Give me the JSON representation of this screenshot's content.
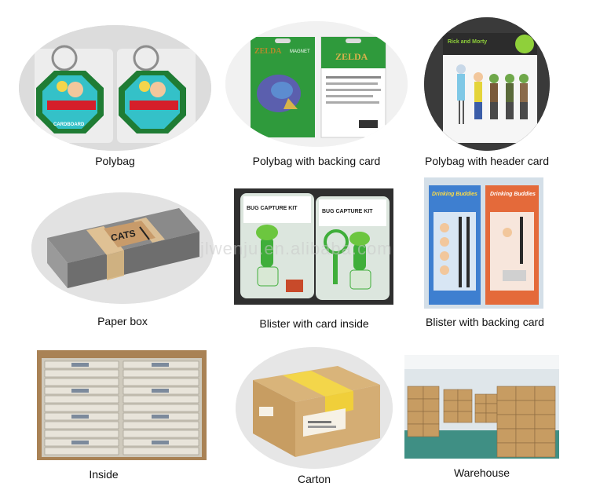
{
  "watermark": "jlwenju.en.alibaba.com",
  "cells": [
    {
      "id": "polybag",
      "caption": "Polybag",
      "art": {
        "brand": "CARDBOARD"
      }
    },
    {
      "id": "polybag-backing-card",
      "caption": "Polybag with backing card",
      "art": {
        "brand_left": "ZELDA",
        "word_left": "MAGNET",
        "brand_right": "ZELDA"
      }
    },
    {
      "id": "polybag-header-card",
      "caption": "Polybag with header card",
      "art": {
        "brand": "Rick and Morty"
      }
    },
    {
      "id": "paper-box",
      "caption": "Paper box",
      "art": {
        "brand": "CATS"
      }
    },
    {
      "id": "blister-card-inside",
      "caption": "Blister with card inside",
      "art": {
        "brand_left": "BUG CAPTURE KIT",
        "brand_right": "BUG CAPTURE KIT"
      }
    },
    {
      "id": "blister-backing-card",
      "caption": "Blister with backing card",
      "art": {
        "brand_left": "Drinking Buddies",
        "brand_right": "Drinking Buddies"
      }
    },
    {
      "id": "inside",
      "caption": "Inside"
    },
    {
      "id": "carton",
      "caption": "Carton"
    },
    {
      "id": "warehouse",
      "caption": "Warehouse"
    }
  ]
}
